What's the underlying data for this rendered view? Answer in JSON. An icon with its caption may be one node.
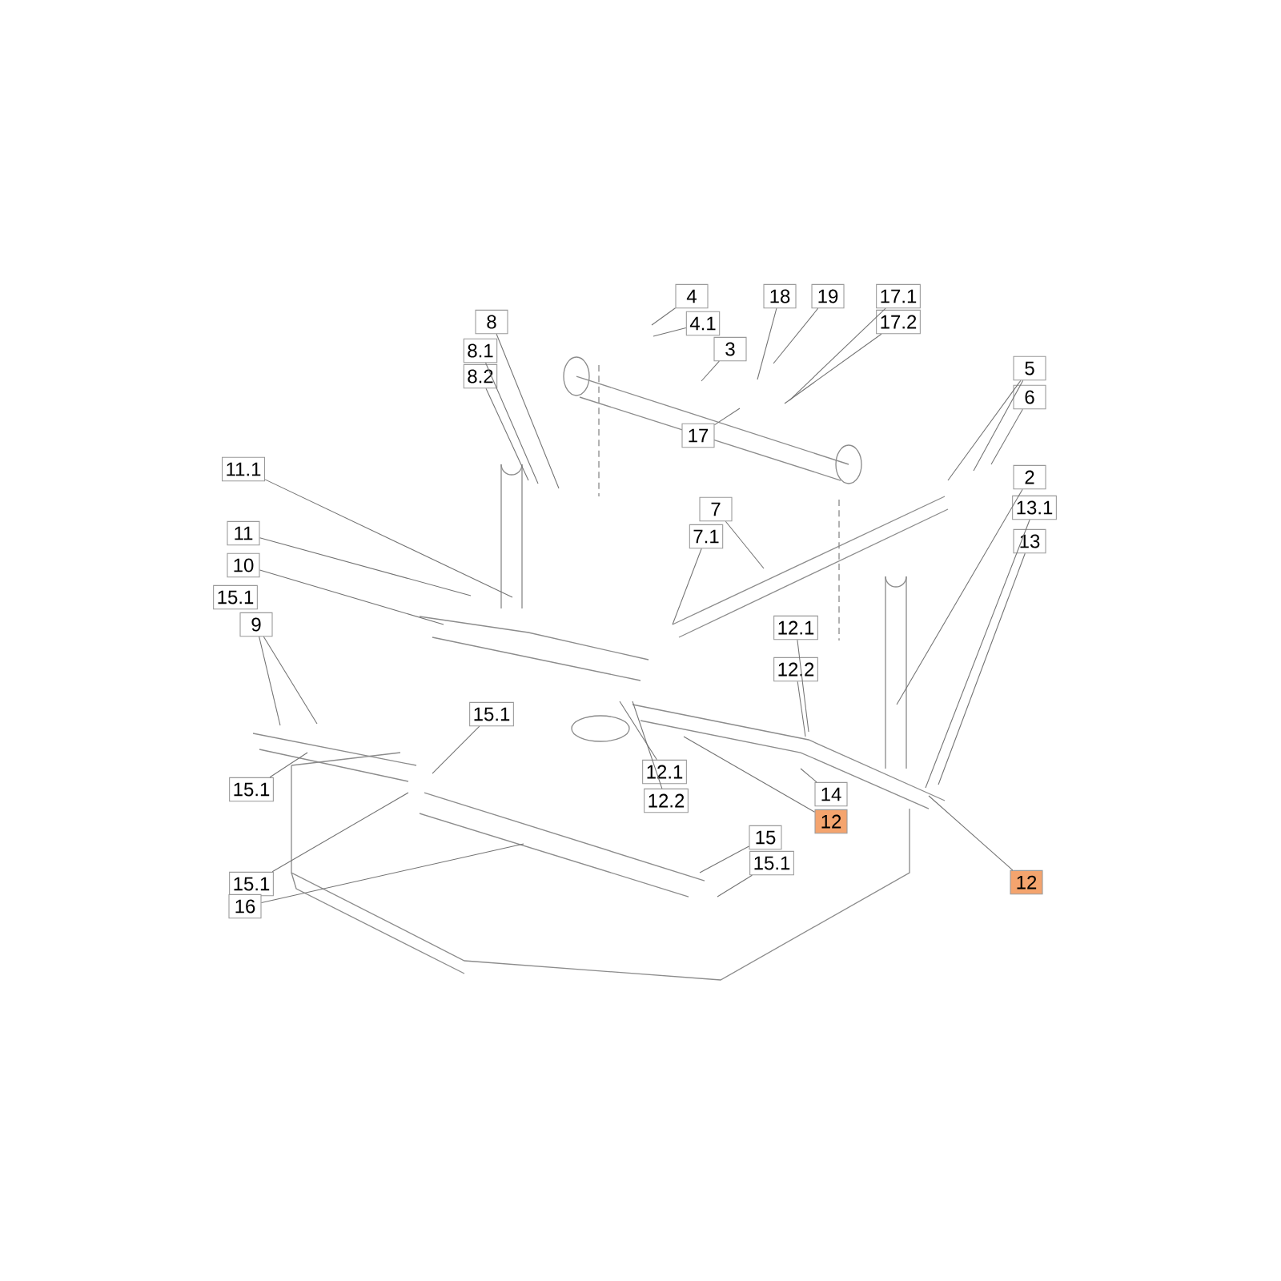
{
  "diagram": {
    "nodes": [
      {
        "text": [
          "4"
        ]
      },
      {
        "text": [
          "18"
        ]
      },
      {
        "text": [
          "19"
        ]
      },
      {
        "text": [
          "17.1"
        ]
      },
      {
        "text": [
          "8"
        ]
      },
      {
        "text": [
          "4.1"
        ]
      },
      {
        "text": [
          "17.2"
        ]
      },
      {
        "text": [
          "3"
        ]
      },
      {
        "text": [
          "8.1"
        ]
      },
      {
        "text": [
          "5"
        ]
      },
      {
        "text": [
          "8.2"
        ]
      },
      {
        "text": [
          "6"
        ]
      },
      {
        "text": [
          "17"
        ]
      },
      {
        "text": [
          "11.1"
        ]
      },
      {
        "text": [
          "2"
        ]
      },
      {
        "text": [
          "7"
        ]
      },
      {
        "text": [
          "13.1"
        ]
      },
      {
        "text": [
          "11"
        ]
      },
      {
        "text": [
          "7.1"
        ]
      },
      {
        "text": [
          "13"
        ]
      },
      {
        "text": [
          "10"
        ]
      },
      {
        "text": [
          "15.1"
        ]
      },
      {
        "text": [
          "9"
        ]
      },
      {
        "text": [
          "12.1"
        ]
      },
      {
        "text": [
          "12.2"
        ]
      },
      {
        "text": [
          "15.1"
        ]
      },
      {
        "text": [
          "12.1"
        ]
      },
      {
        "text": [
          "15.1"
        ]
      },
      {
        "text": [
          "14"
        ]
      },
      {
        "text": [
          "12.2"
        ]
      },
      {
        "text": [
          "12"
        ]
      },
      {
        "text": [
          "15"
        ]
      },
      {
        "text": [
          "15.1"
        ]
      },
      {
        "text": [
          "12"
        ]
      },
      {
        "text": [
          "15.1"
        ]
      },
      {
        "text": [
          "16"
        ]
      }
    ],
    "edges": [
      {
        "from": 0,
        "to": null,
        "arrow": "none"
      },
      {
        "from": 5,
        "to": null,
        "arrow": "none"
      },
      {
        "from": 1,
        "to": null,
        "arrow": "none"
      },
      {
        "from": 2,
        "to": null,
        "arrow": "none"
      },
      {
        "from": 3,
        "to": null,
        "arrow": "none"
      },
      {
        "from": 6,
        "to": null,
        "arrow": "none"
      },
      {
        "from": 4,
        "to": null,
        "arrow": "none"
      },
      {
        "from": 8,
        "to": null,
        "arrow": "none"
      },
      {
        "from": 10,
        "to": null,
        "arrow": "none"
      },
      {
        "from": 7,
        "to": null,
        "arrow": "none"
      },
      {
        "from": 9,
        "to": null,
        "arrow": "none"
      },
      {
        "from": 9,
        "to": null,
        "arrow": "none"
      },
      {
        "from": 11,
        "to": null,
        "arrow": "none"
      },
      {
        "from": 12,
        "to": null,
        "arrow": "none"
      },
      {
        "from": 13,
        "to": null,
        "arrow": "none"
      },
      {
        "from": 17,
        "to": null,
        "arrow": "none"
      },
      {
        "from": 20,
        "to": null,
        "arrow": "none"
      },
      {
        "from": 14,
        "to": null,
        "arrow": "none"
      },
      {
        "from": 16,
        "to": null,
        "arrow": "none"
      },
      {
        "from": 19,
        "to": null,
        "arrow": "none"
      },
      {
        "from": 15,
        "to": null,
        "arrow": "none"
      },
      {
        "from": 18,
        "to": null,
        "arrow": "none"
      },
      {
        "from": 22,
        "to": null,
        "arrow": "none"
      },
      {
        "from": 22,
        "to": null,
        "arrow": "none"
      },
      {
        "from": 23,
        "to": null,
        "arrow": "none"
      },
      {
        "from": 24,
        "to": null,
        "arrow": "none"
      },
      {
        "from": 25,
        "to": null,
        "arrow": "none"
      },
      {
        "from": 26,
        "to": null,
        "arrow": "none"
      },
      {
        "from": 29,
        "to": null,
        "arrow": "none"
      },
      {
        "from": 27,
        "to": null,
        "arrow": "none"
      },
      {
        "from": 28,
        "to": null,
        "arrow": "none"
      },
      {
        "from": 30,
        "to": null,
        "arrow": "none"
      },
      {
        "from": 31,
        "to": null,
        "arrow": "none"
      },
      {
        "from": 32,
        "to": null,
        "arrow": "none"
      },
      {
        "from": 33,
        "to": null,
        "arrow": "none"
      },
      {
        "from": 34,
        "to": null,
        "arrow": "none"
      },
      {
        "from": 35,
        "to": null,
        "arrow": "none"
      }
    ]
  }
}
